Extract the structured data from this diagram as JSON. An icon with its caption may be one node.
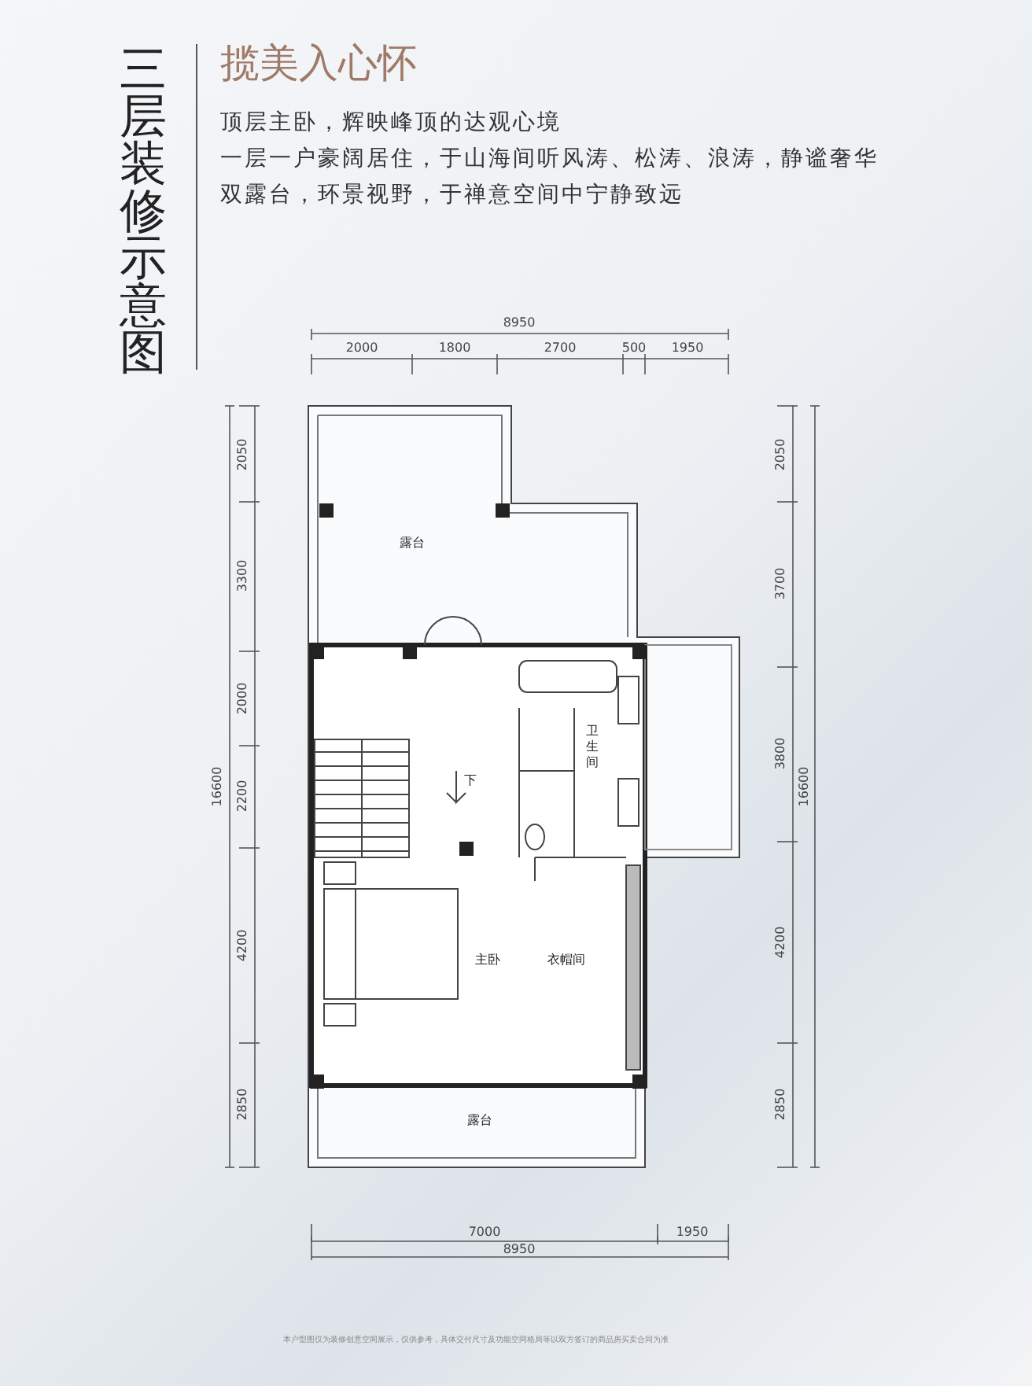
{
  "diagram": {
    "title": "三层装修示意图",
    "labels": [
      "揽美入心怀",
      "顶层主卧，辉映峰顶的达观心境",
      "一层一户豪阔居住，于山海间听风涛、松涛、浪涛，静谧奢华",
      "双露台，环景视野，于禅意空间中宁静致远",
      "8950",
      "2000",
      "1800",
      "2700",
      "500",
      "1950",
      "2050",
      "3300",
      "2000",
      "2200",
      "4200",
      "2850",
      "16600",
      "2050",
      "3700",
      "3800",
      "16600",
      "4200",
      "2850",
      "露台",
      "卫生间",
      "下",
      "主卧",
      "衣帽间",
      "露台",
      "7000",
      "1950",
      "8950",
      "本户型图仅为装修创意空间展示，仅供参考，具体交付尺寸及功能空间格局等以双方签订的商品房买卖合同为准"
    ]
  }
}
